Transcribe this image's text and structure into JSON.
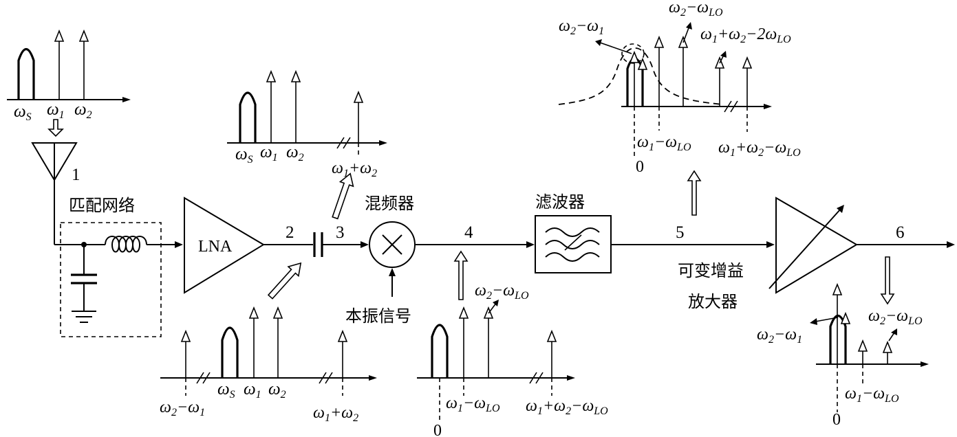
{
  "labels": {
    "node1": "1",
    "node2": "2",
    "node3": "3",
    "node4": "4",
    "node5": "5",
    "node6": "6",
    "matching": "匹配网络",
    "lna": "LNA",
    "mixer": "混频器",
    "lo": "本振信号",
    "filter": "滤波器",
    "vga1": "可变增益",
    "vga2": "放大器",
    "zero": "0",
    "omega": "ω",
    "minus": "−",
    "plus": "+",
    "lo_sub": "LO",
    "s_sub": "S",
    "one": "1",
    "two": "2",
    "two_coef": "2"
  }
}
